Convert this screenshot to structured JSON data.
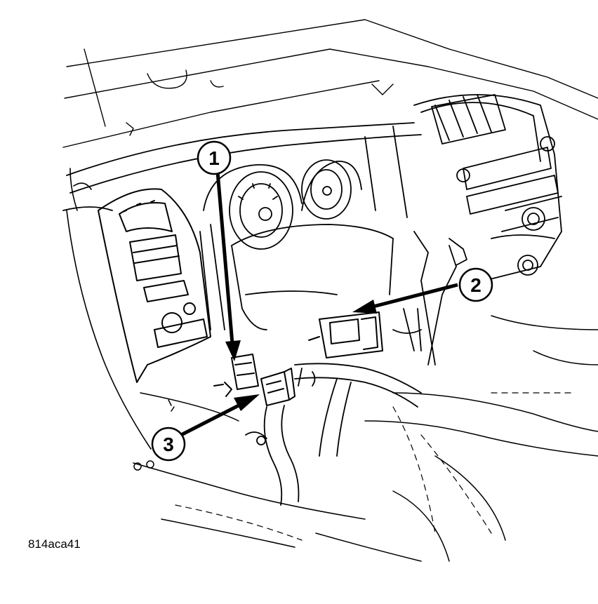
{
  "figure": {
    "reference_code": "814aca41",
    "line_color": "#000000",
    "background_color": "#ffffff"
  },
  "callouts": [
    {
      "number": "1"
    },
    {
      "number": "2"
    },
    {
      "number": "3"
    }
  ]
}
